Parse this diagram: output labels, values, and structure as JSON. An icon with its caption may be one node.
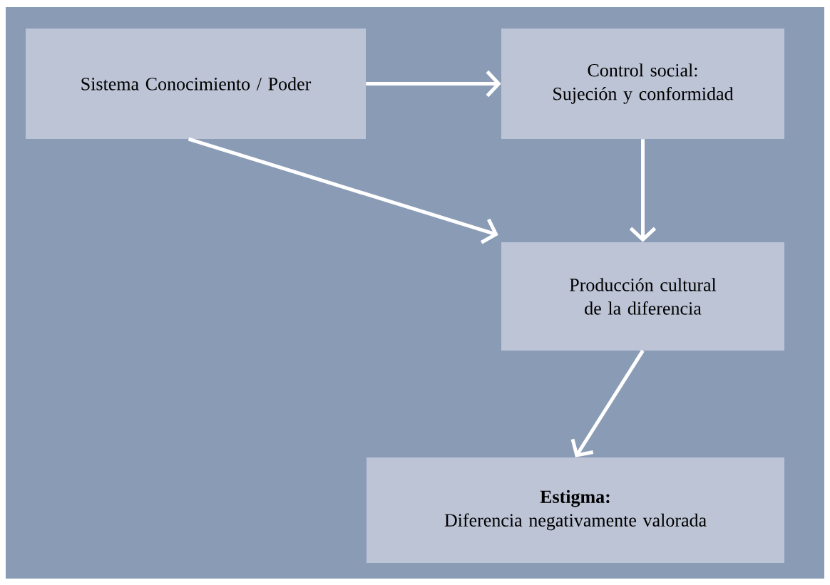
{
  "diagram": {
    "nodes": [
      {
        "text": [
          "Sistema Conocimiento / Poder"
        ]
      },
      {
        "text": [
          "Control social:",
          "Sujeción y conformidad"
        ]
      },
      {
        "text": [
          "Producción cultural de la diferencia"
        ]
      },
      {
        "text": [
          "Estigma:",
          "Diferencia negativamente valorada"
        ]
      }
    ],
    "edges": [
      {
        "from": 0,
        "to": 1,
        "arrow": "to"
      },
      {
        "from": 1,
        "to": 2,
        "arrow": "to"
      },
      {
        "from": 0,
        "to": 2,
        "arrow": "to"
      },
      {
        "from": 2,
        "to": 3,
        "arrow": "to"
      }
    ]
  }
}
